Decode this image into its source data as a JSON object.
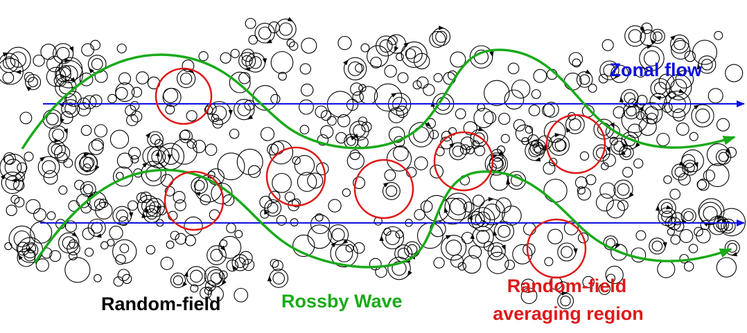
{
  "labels": {
    "zonal_flow": "Zonal flow",
    "random_field": "Random-field",
    "rossby_wave": "Rossby Wave",
    "averaging_line1": "Random-field",
    "averaging_line2": "averaging region"
  },
  "colors": {
    "zonal_flow": "#1010e0",
    "rossby_wave": "#1aaa1a",
    "averaging_region": "#e01818",
    "eddy": "#000000",
    "random_field_text": "#000000"
  },
  "elements": {
    "zonal_flow_arrows": 2,
    "rossby_wave_curves": 2,
    "averaging_regions": 7,
    "eddy_icon": "vortex-ring-icon"
  }
}
